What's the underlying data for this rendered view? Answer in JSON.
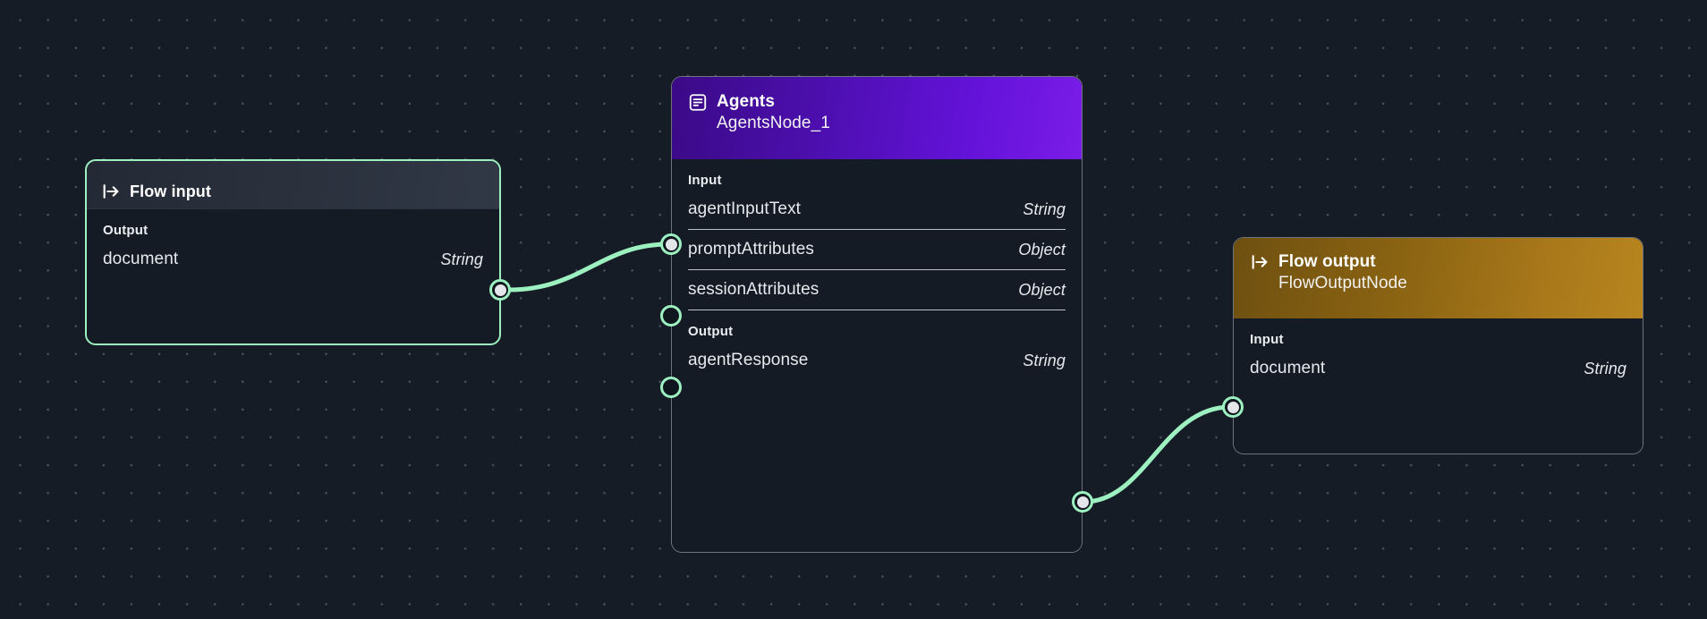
{
  "canvas": {
    "background_color": "#161c26",
    "dot_color": "#4a5260",
    "accent_color": "#9df0c0"
  },
  "nodes": [
    {
      "id": "flow-input",
      "icon": "flow-input-arrow-icon",
      "title": "Flow input",
      "subtitle": "",
      "header_color": "#2b323e",
      "selected": true,
      "sections": [
        {
          "label": "Output",
          "rows": [
            {
              "name": "document",
              "type": "String",
              "port": "out",
              "connected": true
            }
          ]
        }
      ]
    },
    {
      "id": "agents",
      "icon": "document-lines-icon",
      "title": "Agents",
      "subtitle": "AgentsNode_1",
      "header_color": "#6312d8",
      "selected": false,
      "sections": [
        {
          "label": "Input",
          "rows": [
            {
              "name": "agentInputText",
              "type": "String",
              "port": "in",
              "connected": true
            },
            {
              "name": "promptAttributes",
              "type": "Object",
              "port": "in",
              "connected": false
            },
            {
              "name": "sessionAttributes",
              "type": "Object",
              "port": "in",
              "connected": false
            }
          ]
        },
        {
          "label": "Output",
          "rows": [
            {
              "name": "agentResponse",
              "type": "String",
              "port": "out",
              "connected": true
            }
          ]
        }
      ]
    },
    {
      "id": "flow-output",
      "icon": "flow-input-arrow-icon",
      "title": "Flow output",
      "subtitle": "FlowOutputNode",
      "header_color": "#a8781a",
      "selected": false,
      "sections": [
        {
          "label": "Input",
          "rows": [
            {
              "name": "document",
              "type": "String",
              "port": "in",
              "connected": true
            }
          ]
        }
      ]
    }
  ],
  "edges": [
    {
      "from": "flow-input.document",
      "to": "agents.agentInputText",
      "color": "#9df0c0"
    },
    {
      "from": "agents.agentResponse",
      "to": "flow-output.document",
      "color": "#9df0c0"
    }
  ]
}
